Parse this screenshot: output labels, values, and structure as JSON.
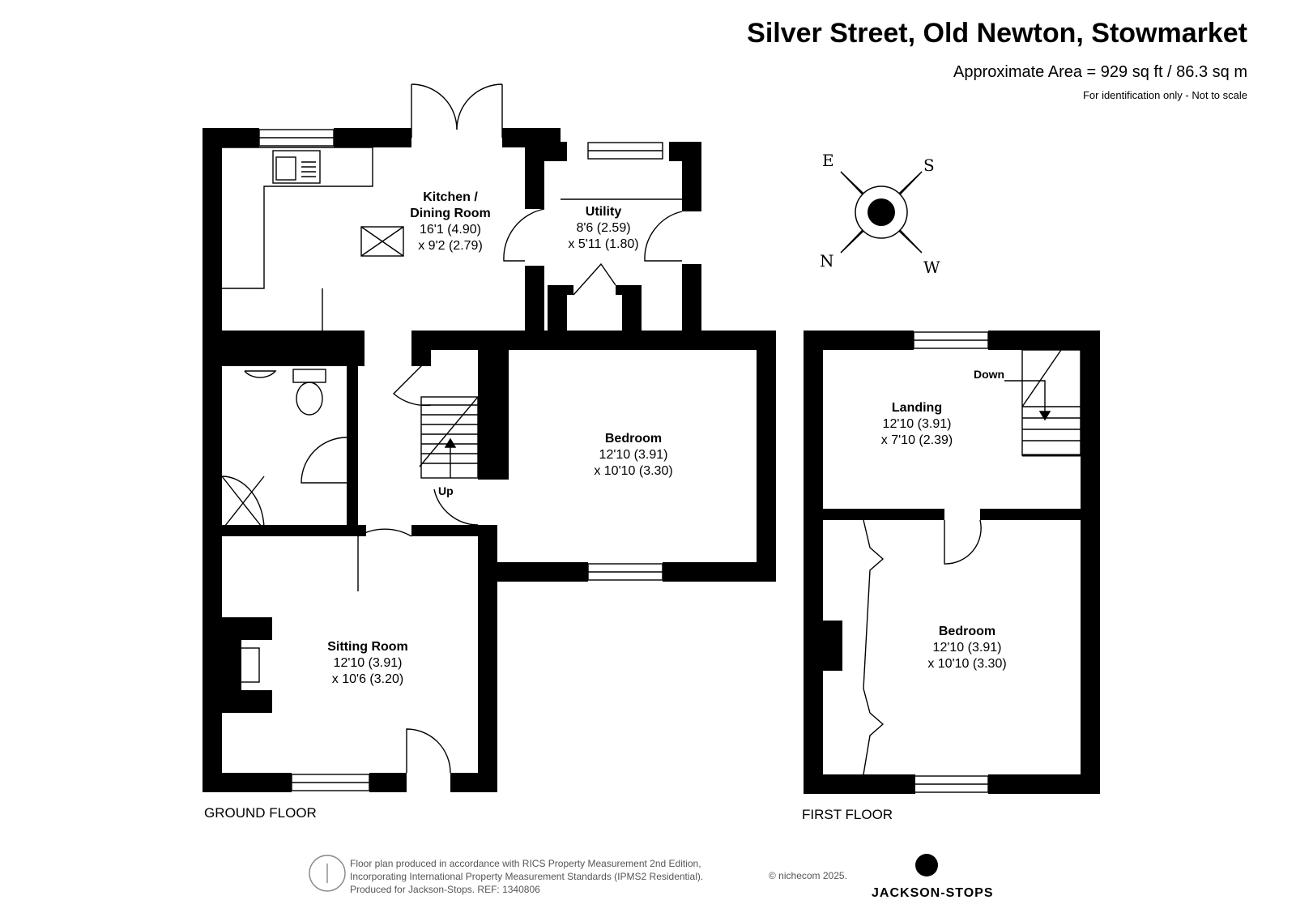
{
  "header": {
    "title": "Silver Street, Old Newton, Stowmarket",
    "area": "Approximate Area = 929 sq ft / 86.3 sq m",
    "note": "For identification only - Not to scale"
  },
  "floors": {
    "ground": "GROUND FLOOR",
    "first": "FIRST FLOOR"
  },
  "rooms": {
    "kitchen": {
      "name1": "Kitchen /",
      "name2": "Dining Room",
      "dim1": "16'1 (4.90)",
      "dim2": "x 9'2 (2.79)"
    },
    "utility": {
      "name": "Utility",
      "dim1": "8'6 (2.59)",
      "dim2": "x 5'11 (1.80)"
    },
    "bedroom_ground": {
      "name": "Bedroom",
      "dim1": "12'10 (3.91)",
      "dim2": "x 10'10 (3.30)"
    },
    "sitting": {
      "name": "Sitting Room",
      "dim1": "12'10 (3.91)",
      "dim2": "x 10'6 (3.20)"
    },
    "landing": {
      "name": "Landing",
      "dim1": "12'10 (3.91)",
      "dim2": "x 7'10 (2.39)"
    },
    "bedroom_first": {
      "name": "Bedroom",
      "dim1": "12'10 (3.91)",
      "dim2": "x 10'10 (3.30)"
    }
  },
  "stairs": {
    "up": "Up",
    "down": "Down"
  },
  "compass": {
    "e": "E",
    "s": "S",
    "n": "N",
    "w": "W"
  },
  "footer": {
    "line1": "Floor plan produced in accordance with RICS Property Measurement 2nd Edition,",
    "line2": "Incorporating International Property Measurement Standards (IPMS2 Residential).",
    "line3": "Produced for Jackson-Stops.   REF:  1340806",
    "copyright": "© nichecom 2025.",
    "brand": "JACKSON-STOPS"
  }
}
